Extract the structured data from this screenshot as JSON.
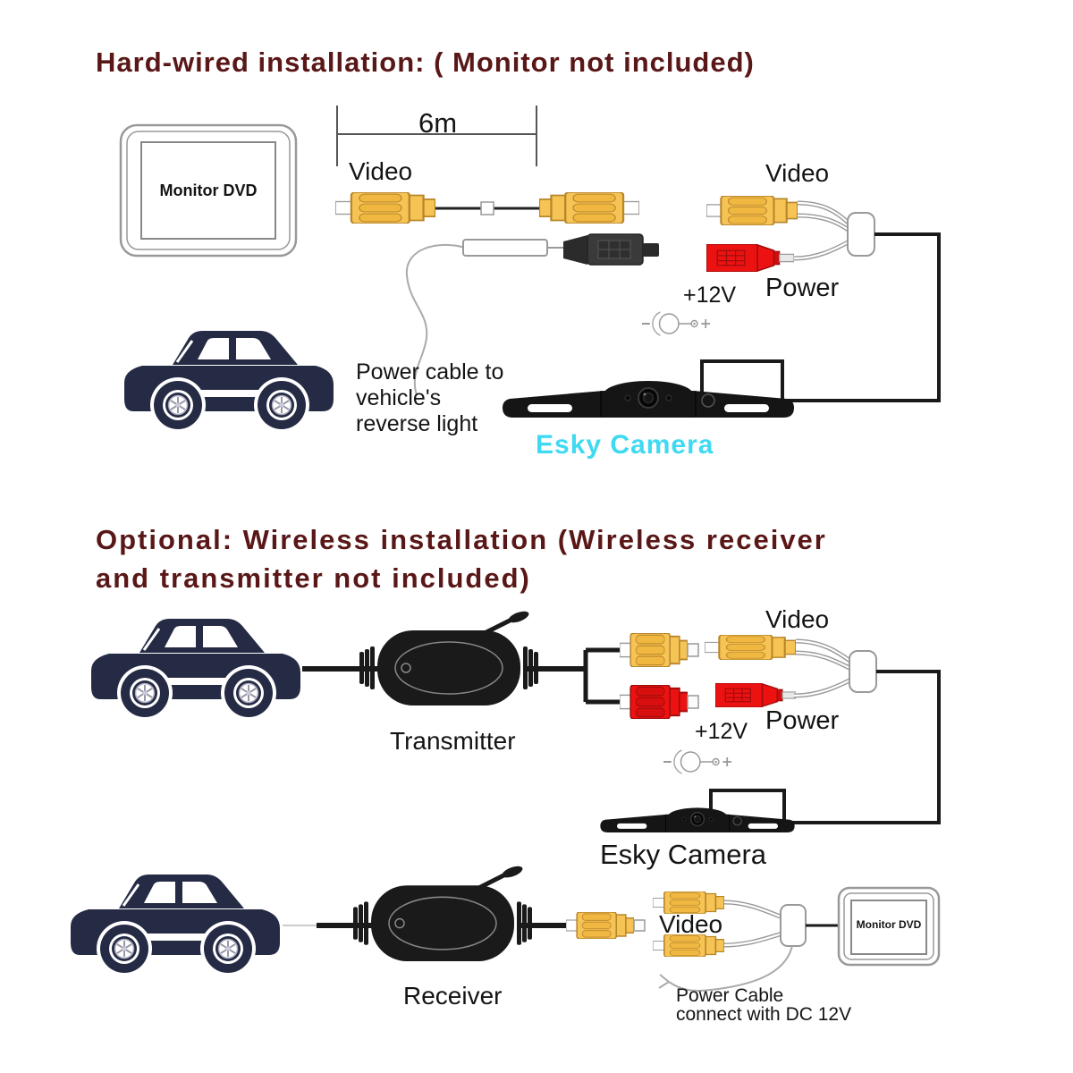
{
  "colors": {
    "title_maroon": "#5a1717",
    "car_navy": "#262b45",
    "rca_yellow": "#f6c455",
    "connector_red": "#ec1212",
    "esky_cyan": "#3fd9f2",
    "device_black": "#1a1a1a"
  },
  "hardwired": {
    "title": "Hard-wired installation:  ( Monitor not included)",
    "monitor_label": "Monitor DVD",
    "cable_length_label": "6m",
    "cable_video_label": "Video",
    "camera_video_label": "Video",
    "camera_power_label": "Power",
    "voltage_label": "+12V",
    "power_note": "Power cable to\nvehicle's\nreverse light",
    "camera_label": "Esky Camera"
  },
  "wireless": {
    "title": "Optional: Wireless installation (Wireless receiver\nand transmitter not included)",
    "transmitter_label": "Transmitter",
    "camera_video_label": "Video",
    "camera_power_label": "Power",
    "voltage_label": "+12V",
    "camera_label": "Esky Camera",
    "receiver_label": "Receiver",
    "receiver_video_label": "Video",
    "monitor_label": "Monitor DVD",
    "power_note": "Power Cable\nconnect with DC 12V"
  }
}
